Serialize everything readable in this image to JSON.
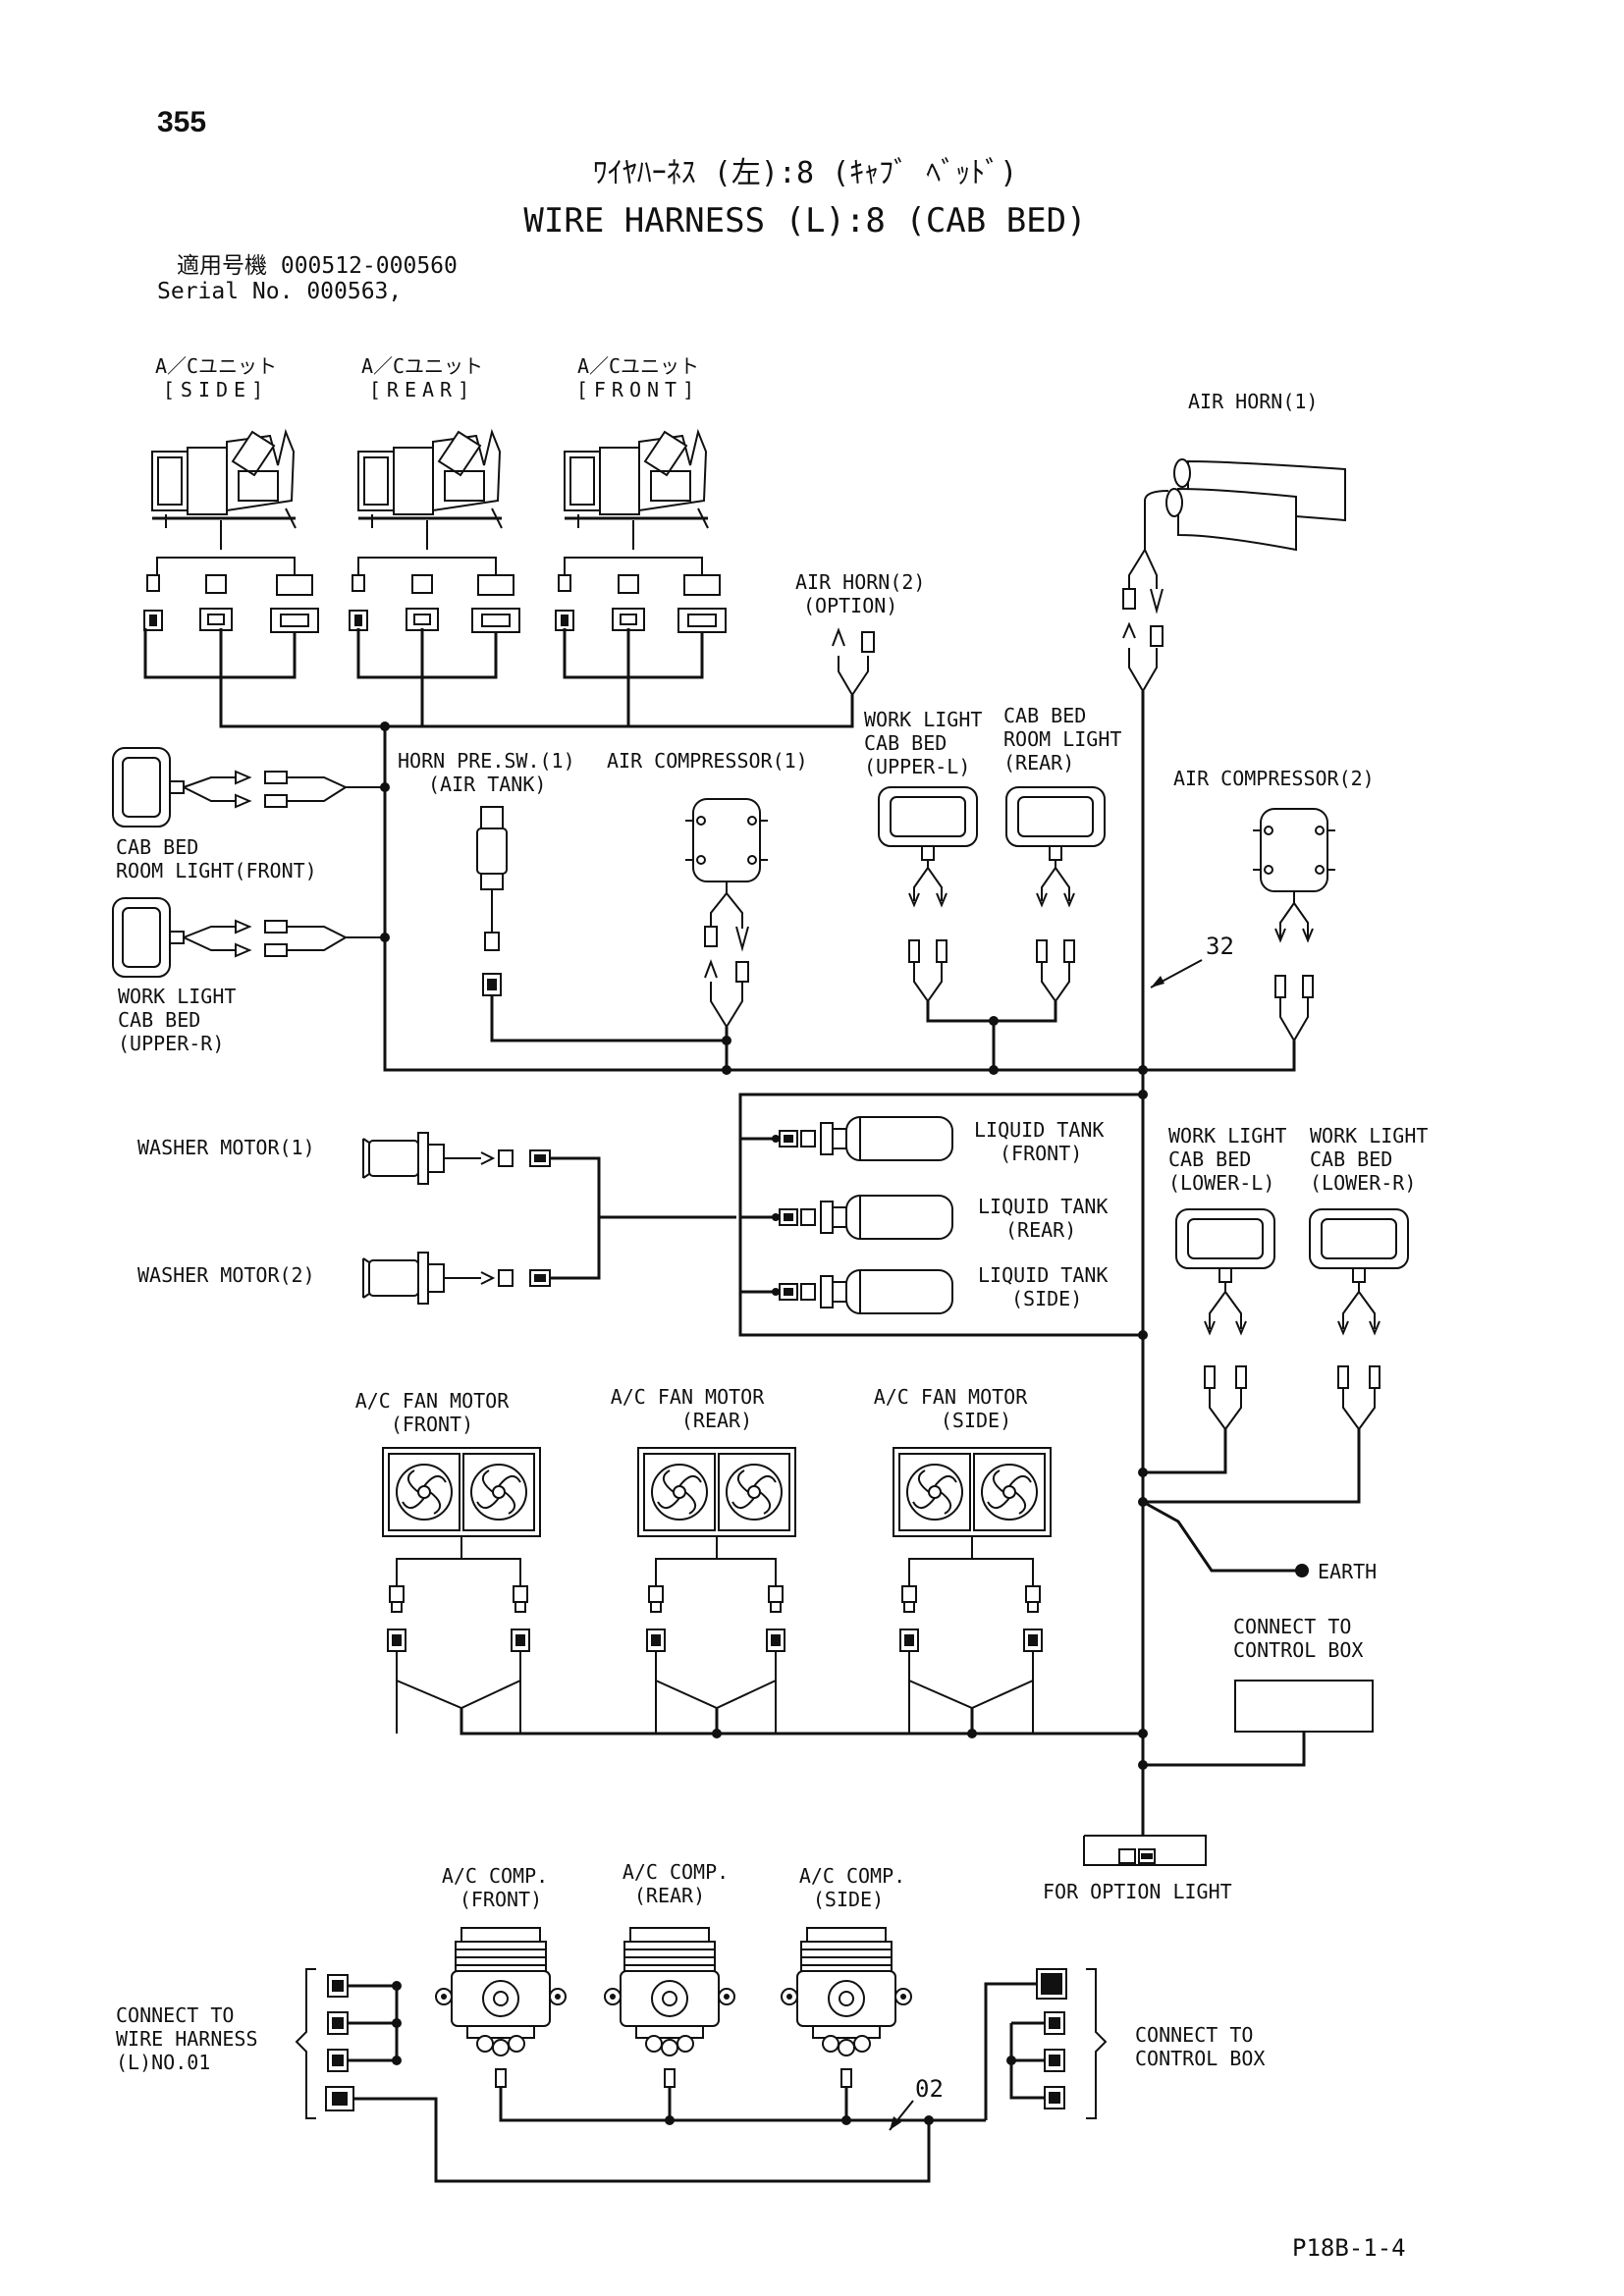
{
  "page_number": "355",
  "title_jp": "ﾜｲﾔﾊｰﾈｽ (左):8 (ｷｬﾌﾞ ﾍﾞｯﾄﾞ)",
  "title_en": "WIRE HARNESS (L):8 (CAB BED)",
  "serial": {
    "line1": "適用号機  000512-000560",
    "line2": "Serial No. 000563,"
  },
  "labels": {
    "ac_unit_jp": "A／Cユニット",
    "ac_side": "[SIDE]",
    "ac_rear": "[REAR]",
    "ac_front": "[FRONT]",
    "air_horn_1": "AIR HORN(1)",
    "air_horn_2_a": "AIR HORN(2)",
    "air_horn_2_b": "(OPTION)",
    "horn_pre_sw_a": "HORN PRE.SW.(1)",
    "horn_pre_sw_b": "(AIR TANK)",
    "air_comp_1": "AIR COMPRESSOR(1)",
    "wl_upper_l_a": "WORK LIGHT",
    "wl_upper_l_b": "CAB BED",
    "wl_upper_l_c": "(UPPER-L)",
    "cab_room_rear_a": "CAB BED",
    "cab_room_rear_b": "ROOM LIGHT",
    "cab_room_rear_c": "(REAR)",
    "air_comp_2": "AIR COMPRESSOR(2)",
    "cab_room_front_a": "CAB BED",
    "cab_room_front_b": "ROOM LIGHT(FRONT)",
    "wl_upper_r_a": "WORK LIGHT",
    "wl_upper_r_b": "CAB BED",
    "wl_upper_r_c": "(UPPER-R)",
    "ref_32": "32",
    "washer_1": "WASHER MOTOR(1)",
    "washer_2": "WASHER MOTOR(2)",
    "liquid_front_a": "LIQUID TANK",
    "liquid_front_b": "(FRONT)",
    "liquid_rear_a": "LIQUID TANK",
    "liquid_rear_b": "(REAR)",
    "liquid_side_a": "LIQUID TANK",
    "liquid_side_b": "(SIDE)",
    "wl_lower_l_a": "WORK LIGHT",
    "wl_lower_l_b": "CAB BED",
    "wl_lower_l_c": "(LOWER-L)",
    "wl_lower_r_a": "WORK LIGHT",
    "wl_lower_r_b": "CAB BED",
    "wl_lower_r_c": "(LOWER-R)",
    "fan_front_a": "A/C FAN MOTOR",
    "fan_front_b": "(FRONT)",
    "fan_rear_a": "A/C FAN MOTOR",
    "fan_rear_b": "(REAR)",
    "fan_side_a": "A/C FAN MOTOR",
    "fan_side_b": "(SIDE)",
    "earth": "EARTH",
    "control_box_a": "CONNECT TO",
    "control_box_b": "CONTROL BOX",
    "option_light": "FOR OPTION LIGHT",
    "comp_front_a": "A/C COMP.",
    "comp_front_b": "(FRONT)",
    "comp_rear_a": "A/C COMP.",
    "comp_rear_b": "(REAR)",
    "comp_side_a": "A/C COMP.",
    "comp_side_b": "(SIDE)",
    "wh_a": "CONNECT TO",
    "wh_b": "WIRE HARNESS",
    "wh_c": "(L)NO.01",
    "cb2_a": "CONNECT TO",
    "cb2_b": "CONTROL BOX",
    "ref_02": "02"
  },
  "drawing_code": "P18B-1-4"
}
